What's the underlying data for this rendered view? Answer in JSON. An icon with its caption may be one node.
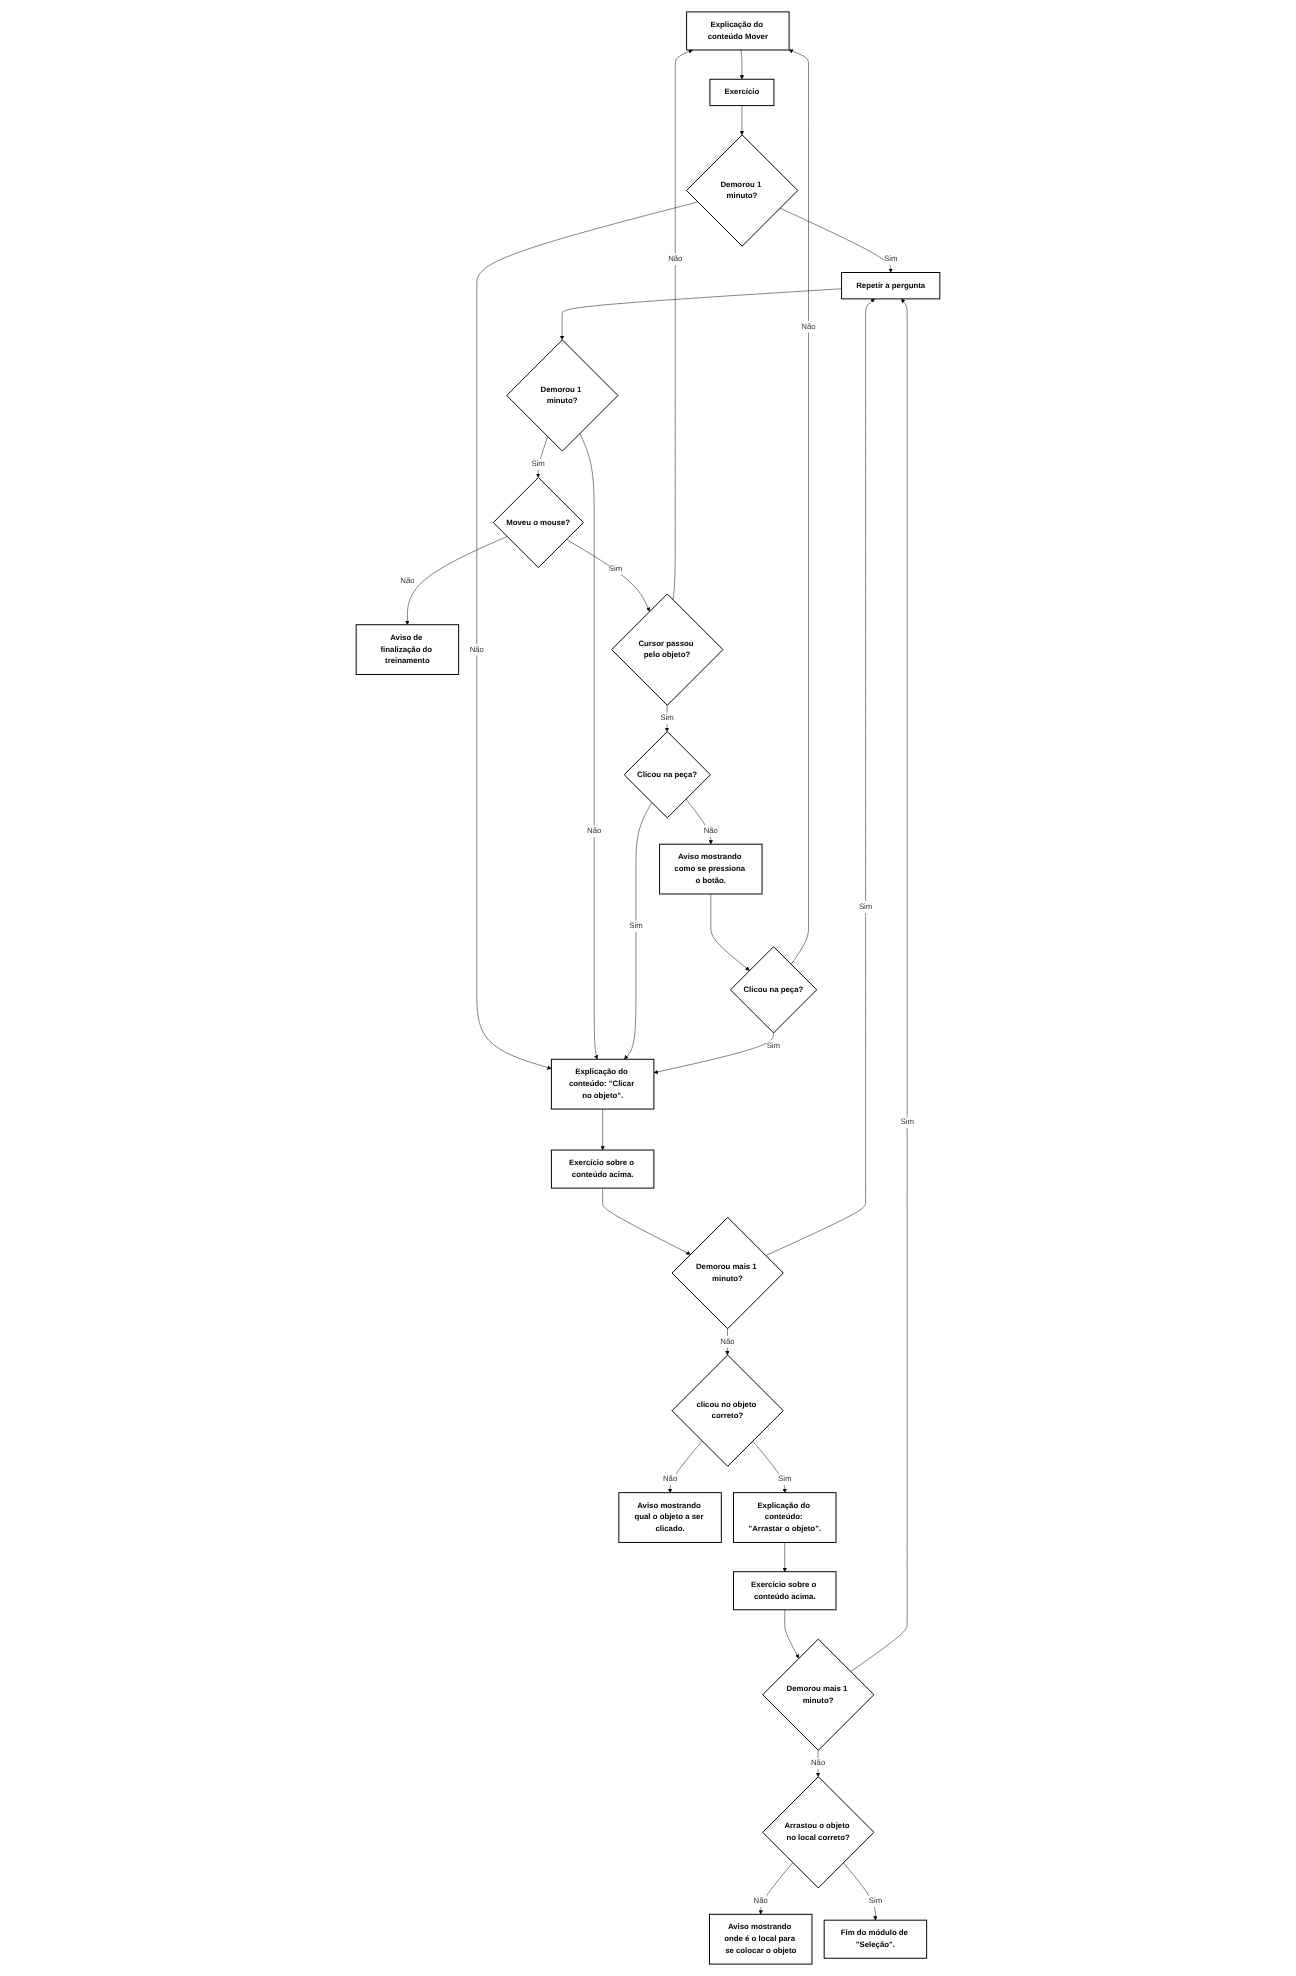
{
  "diagram": {
    "nodes": [
      {
        "text": [
          "Explicação do conteúdo Mover"
        ]
      },
      {
        "text": [
          "Exercício"
        ]
      },
      {
        "text": [
          "Demorou 1 minuto?"
        ]
      },
      {
        "text": [
          "Repetir a pergunta"
        ]
      },
      {
        "text": [
          "Explicação do conteúdo: \"Clicar no objeto\"."
        ]
      },
      {
        "text": [
          "Demorou 1 minuto?"
        ]
      },
      {
        "text": [
          "Exercício sobre o conteúdo acima."
        ]
      },
      {
        "text": [
          "Moveu o mouse?"
        ]
      },
      {
        "text": [
          "Demorou mais 1 minuto?"
        ]
      },
      {
        "text": [
          "Aviso de finalização do treinamento"
        ]
      },
      {
        "text": [
          "Cursor passou pelo objeto?"
        ]
      },
      {
        "text": [
          "Aviso mostrando qual o objeto a ser clicado."
        ]
      },
      {
        "text": [
          "clicou no objeto correto?"
        ]
      },
      {
        "text": [
          "Clicou na peça?"
        ]
      },
      {
        "text": [
          "Aviso mostrando como se pressiona o botão."
        ]
      },
      {
        "text": [
          "Explicação do conteúdo: \"Arrastar o objeto\"."
        ]
      },
      {
        "text": [
          "Clicou na peça?"
        ]
      },
      {
        "text": [
          "Exercício sobre o conteúdo acima."
        ]
      },
      {
        "text": [
          "Demorou mais 1 minuto?"
        ]
      },
      {
        "text": [
          "Aviso mostrando onde é o local para se colocar o objeto"
        ]
      },
      {
        "text": [
          "Arrastou o objeto no local correto?"
        ]
      },
      {
        "text": [
          "Fim do módulo de \"Seleção\"."
        ]
      }
    ],
    "edges": [
      {
        "from": 0,
        "to": 1,
        "arrow": "to"
      },
      {
        "from": 1,
        "to": 2,
        "arrow": "to"
      },
      {
        "from": 2,
        "to": 3,
        "label": "Sim",
        "arrow": "to"
      },
      {
        "from": 2,
        "to": 4,
        "label": "Não",
        "arrow": "to"
      },
      {
        "from": 3,
        "to": 5,
        "arrow": "to"
      },
      {
        "from": 5,
        "to": 4,
        "label": "Não",
        "arrow": "to"
      },
      {
        "from": 5,
        "to": 7,
        "label": "Sim",
        "arrow": "to"
      },
      {
        "from": 7,
        "to": 10,
        "label": "Sim",
        "arrow": "to"
      },
      {
        "from": 7,
        "to": 9,
        "label": "Não",
        "arrow": "to"
      },
      {
        "from": 10,
        "to": 0,
        "label": "Não",
        "arrow": "to"
      },
      {
        "from": 10,
        "to": 13,
        "label": "Sim",
        "arrow": "to"
      },
      {
        "from": 13,
        "to": 4,
        "label": "Sim",
        "arrow": "to"
      },
      {
        "from": 13,
        "to": 14,
        "label": "Não",
        "arrow": "to"
      },
      {
        "from": 14,
        "to": 16,
        "arrow": "to"
      },
      {
        "from": 16,
        "to": 4,
        "label": "Sim",
        "arrow": "to"
      },
      {
        "from": 16,
        "to": 0,
        "label": "Não",
        "arrow": "to"
      },
      {
        "from": 4,
        "to": 6,
        "arrow": "to"
      },
      {
        "from": 6,
        "to": 8,
        "arrow": "to"
      },
      {
        "from": 8,
        "to": 3,
        "label": "Sim",
        "arrow": "to"
      },
      {
        "from": 8,
        "to": 12,
        "label": "Não",
        "arrow": "to"
      },
      {
        "from": 12,
        "to": 11,
        "label": "Não",
        "arrow": "to"
      },
      {
        "from": 12,
        "to": 15,
        "label": "Sim",
        "arrow": "to"
      },
      {
        "from": 15,
        "to": 17,
        "arrow": "to"
      },
      {
        "from": 17,
        "to": 18,
        "arrow": "to"
      },
      {
        "from": 18,
        "to": 3,
        "label": "Sim",
        "arrow": "to"
      },
      {
        "from": 18,
        "to": 20,
        "label": "Não",
        "arrow": "to"
      },
      {
        "from": 20,
        "to": 19,
        "label": "Não",
        "arrow": "to"
      },
      {
        "from": 20,
        "to": 21,
        "label": "Sim",
        "arrow": "to"
      }
    ]
  }
}
